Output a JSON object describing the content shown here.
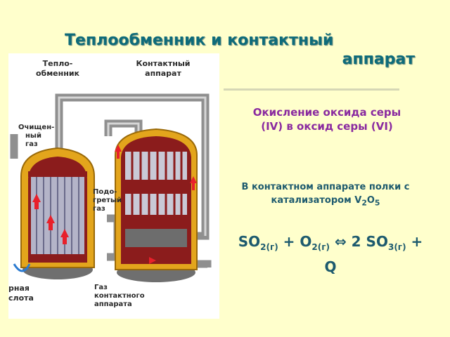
{
  "title": {
    "line1": "Теплообменник и контактный",
    "line2": "аппарат"
  },
  "subtitle": {
    "line1": "Окисление оксида серы",
    "line2": "(IV) в оксид серы (VI)"
  },
  "note": {
    "line1": "В контактном аппарате полки с",
    "line2_prefix": "катализатором V",
    "sub1": "2",
    "mid": "O",
    "sub2": "5"
  },
  "equation": {
    "p1": "SO",
    "s1": "2(г)",
    "p2": " + O",
    "s2": "2(г)",
    "arrow": " ⇔ ",
    "p3": "2 SO",
    "s3": "3(г)",
    "p4": " +",
    "line2": "Q"
  },
  "diagram_labels": {
    "heat_exchanger_1": "Тепло-",
    "heat_exchanger_2": "обменник",
    "contact_1": "Контактный",
    "contact_2": "аппарат",
    "purified_1": "Очищен-",
    "purified_2": "ный",
    "purified_3": "газ",
    "heated_1": "Подо-",
    "heated_2": "гретый",
    "heated_3": "газ",
    "acid_1": "рная",
    "acid_2": "слота",
    "gas_1": "Газ",
    "gas_2": "контактного",
    "gas_3": "аппарата"
  },
  "colors": {
    "accent": "#0e6b7a",
    "subtitle": "#8a2aa0",
    "shell": "#e0a21b",
    "lining": "#8b1c1c",
    "pipe": "#9a9a9a"
  }
}
